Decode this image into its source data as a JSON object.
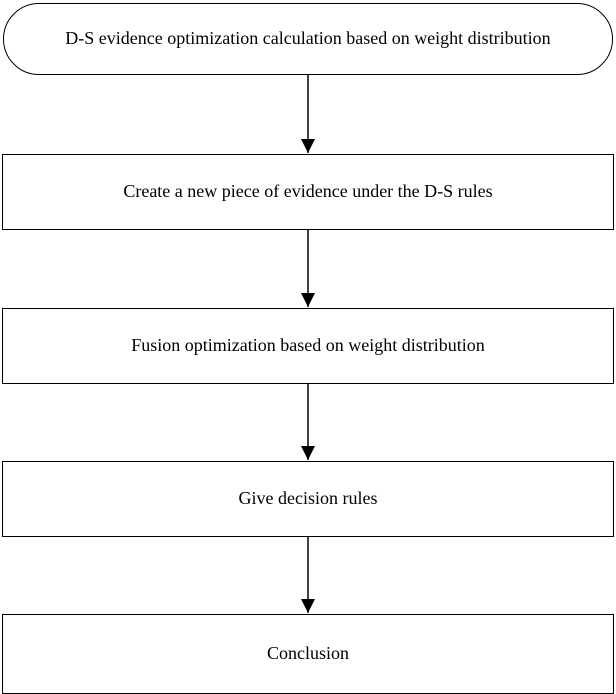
{
  "flowchart": {
    "start": "D-S evidence optimization calculation based on weight distribution",
    "steps": [
      "Create a new piece of evidence under the D-S rules",
      "Fusion optimization based on weight distribution",
      "Give decision rules",
      "Conclusion"
    ]
  }
}
